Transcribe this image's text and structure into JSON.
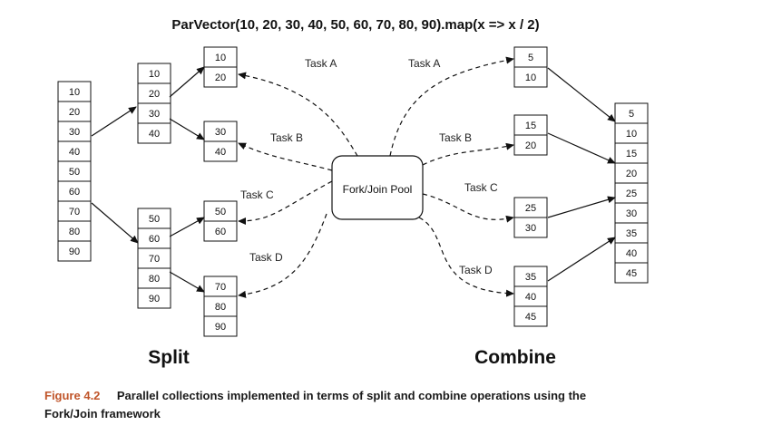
{
  "title": "ParVector(10, 20, 30, 40, 50, 60, 70, 80, 90).map(x => x / 2)",
  "pool_label": "Fork/Join Pool",
  "headings": {
    "split": "Split",
    "combine": "Combine"
  },
  "tasks": {
    "a": "Task A",
    "b": "Task B",
    "c": "Task C",
    "d": "Task D"
  },
  "split": {
    "input": [
      "10",
      "20",
      "30",
      "40",
      "50",
      "60",
      "70",
      "80",
      "90"
    ],
    "half_top": [
      "10",
      "20",
      "30",
      "40"
    ],
    "half_bottom": [
      "50",
      "60",
      "70",
      "80",
      "90"
    ],
    "chunk_a": [
      "10",
      "20"
    ],
    "chunk_b": [
      "30",
      "40"
    ],
    "chunk_c": [
      "50",
      "60"
    ],
    "chunk_d": [
      "70",
      "80",
      "90"
    ]
  },
  "combine": {
    "result_a": [
      "5",
      "10"
    ],
    "result_b": [
      "15",
      "20"
    ],
    "result_c": [
      "25",
      "30"
    ],
    "result_d": [
      "35",
      "40",
      "45"
    ],
    "output": [
      "5",
      "10",
      "15",
      "20",
      "25",
      "30",
      "35",
      "40",
      "45"
    ]
  },
  "caption": {
    "label": "Figure 4.2",
    "line1": "Parallel collections implemented in terms of split and combine operations using the",
    "line2": "Fork/Join framework"
  }
}
